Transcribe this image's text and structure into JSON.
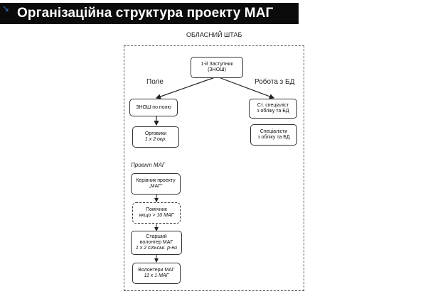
{
  "slide": {
    "title": "Організаційна структура проекту МАГ",
    "frame_label": "ОБЛАСНИЙ ШТАБ"
  },
  "branches": {
    "left_label": "Поле",
    "right_label": "Робота з БД",
    "project_label": "Проект МАГ"
  },
  "boxes": {
    "deputy": {
      "line1": "1-й Заступник",
      "line2": "(ЗНОШ)"
    },
    "znosh_field": {
      "line1": "ЗНОШ по полю"
    },
    "orgs": {
      "line1": "Орговики",
      "line2": "1 х 2 окр."
    },
    "sr_specialist": {
      "line1": "Ст. спеціаліст",
      "line2": "з обліку та БД"
    },
    "specialists": {
      "line1": "Спеціалісти",
      "line2": "з обліку та БД"
    },
    "project_head": {
      "line1": "Керівник проекту",
      "line2": "„МАГ\""
    },
    "assistant": {
      "line1": "Помічник",
      "line2": "якщо > 10 МАГ"
    },
    "senior_volunteer": {
      "line1": "Старший",
      "line2": "волонтер МАГ",
      "line3": "1 х 2 сільськ. р-ни"
    },
    "volunteers": {
      "line1": "Волонтери МАГ",
      "line2": "11 х 1 МАГ"
    }
  },
  "colors": {
    "title_bar": "#0b0b0b",
    "corner_icon": "#3a7bd5"
  },
  "icons": {
    "corner": "arrow-southeast-icon"
  }
}
